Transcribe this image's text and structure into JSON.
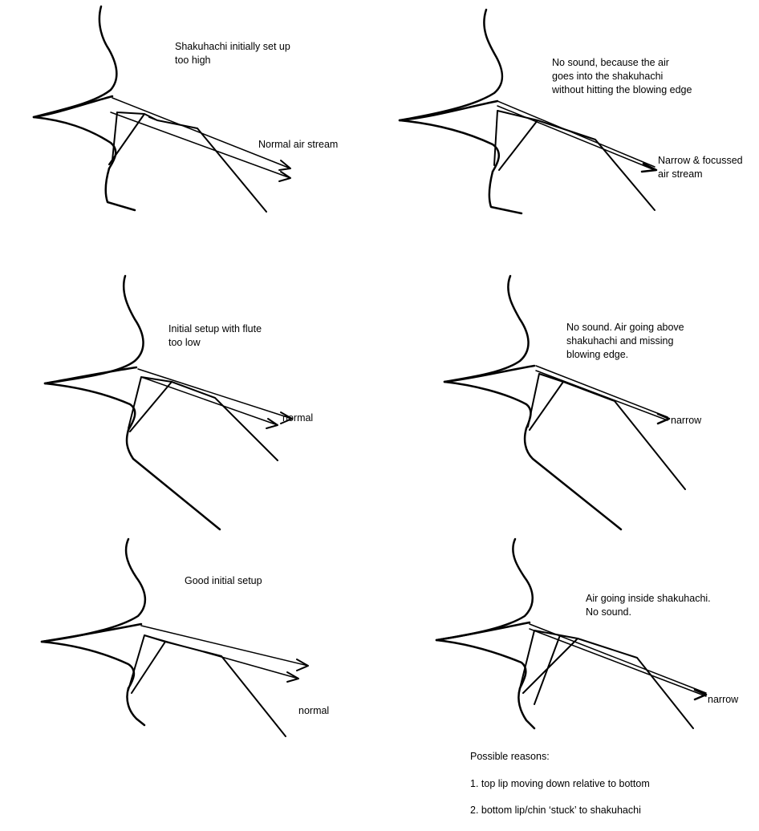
{
  "panels": [
    {
      "id": "too-high",
      "caption": "Shakuhachi initially set up\ntoo high",
      "stream_label": "Normal air stream"
    },
    {
      "id": "too-high-narrow",
      "caption": "No sound, because the air\ngoes into the shakuhachi\nwithout hitting the blowing edge",
      "stream_label": "Narrow & focussed\nair stream"
    },
    {
      "id": "too-low",
      "caption": "Initial setup with flute\ntoo low",
      "stream_label": "normal"
    },
    {
      "id": "too-low-narrow",
      "caption": "No sound. Air going above\nshakuhachi and missing\nblowing edge.",
      "stream_label": "narrow"
    },
    {
      "id": "good",
      "caption": "Good initial setup",
      "stream_label": "normal"
    },
    {
      "id": "good-narrow",
      "caption": "Air going inside shakuhachi.\nNo sound.",
      "stream_label": "narrow"
    }
  ],
  "reasons": {
    "title": "Possible reasons:",
    "items": [
      "1. top lip moving down relative to bottom",
      "2. bottom lip/chin ‘stuck’ to shakuhachi"
    ]
  }
}
